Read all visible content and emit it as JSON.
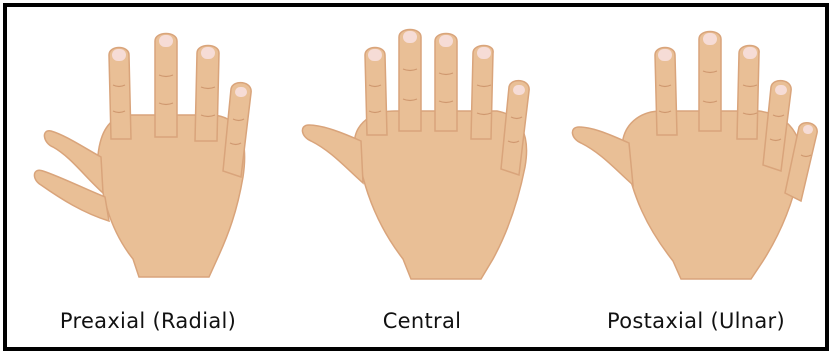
{
  "figure": {
    "panels": [
      {
        "label": "Preaxial (Radial)",
        "extra_digit": "thumb-side"
      },
      {
        "label": "Central",
        "extra_digit": "center"
      },
      {
        "label": "Postaxial (Ulnar)",
        "extra_digit": "little-finger-side"
      }
    ],
    "colors": {
      "skin": "#e9bf96",
      "skin_shadow": "#d9a47b",
      "crease": "#c98f66",
      "nail": "#f6dcd6",
      "border": "#000000"
    }
  }
}
